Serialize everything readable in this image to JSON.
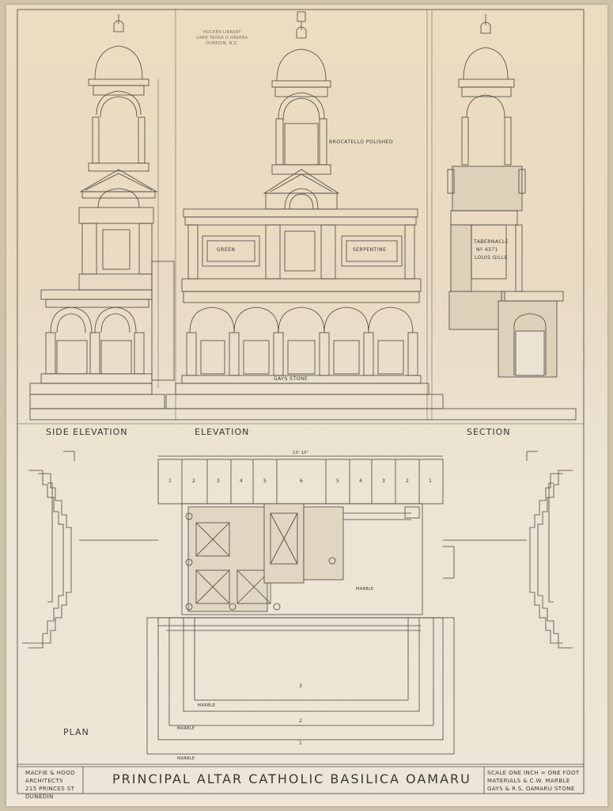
{
  "labels": {
    "side_elevation": "SIDE ELEVATION",
    "elevation": "ELEVATION",
    "section": "SECTION",
    "plan": "PLAN"
  },
  "annotations": {
    "brocatello": "BROCATELLO POLISHED",
    "green": "GREEN",
    "serpentine": "SERPENTINE",
    "gays_stone": "GAYS STONE",
    "tabernacle_1": "TABERNACLE",
    "tabernacle_2": "Nº 4371",
    "tabernacle_3": "LOUIS GILLE",
    "overall_dim": "10'-10\"",
    "marble_center": "MARBLE",
    "marble_inner": "MARBLE",
    "marble_mid": "MARBLE",
    "marble_outer": "MARBLE",
    "step_3": "3",
    "step_2": "2",
    "step_1": "1"
  },
  "bay_numbers": [
    "1",
    "2",
    "3",
    "4",
    "5",
    "6",
    "5",
    "4",
    "3",
    "2",
    "1"
  ],
  "title_block": {
    "firm": [
      "MACFIE & HOOD",
      "ARCHITECTS",
      "215 PRINCES ST",
      "DUNEDIN"
    ],
    "title": "PRINCIPAL ALTAR   CATHOLIC BASILICA   OAMARU",
    "notes": [
      "SCALE ONE INCH = ONE FOOT",
      "MATERIALS & C.W. MARBLE",
      "GAYS & R.S. OAMARU STONE"
    ]
  },
  "stamp": [
    "HOCKEN LIBRARY",
    "UARE TAOKA O HÄKENA",
    "DUNEDIN, N.Z."
  ]
}
